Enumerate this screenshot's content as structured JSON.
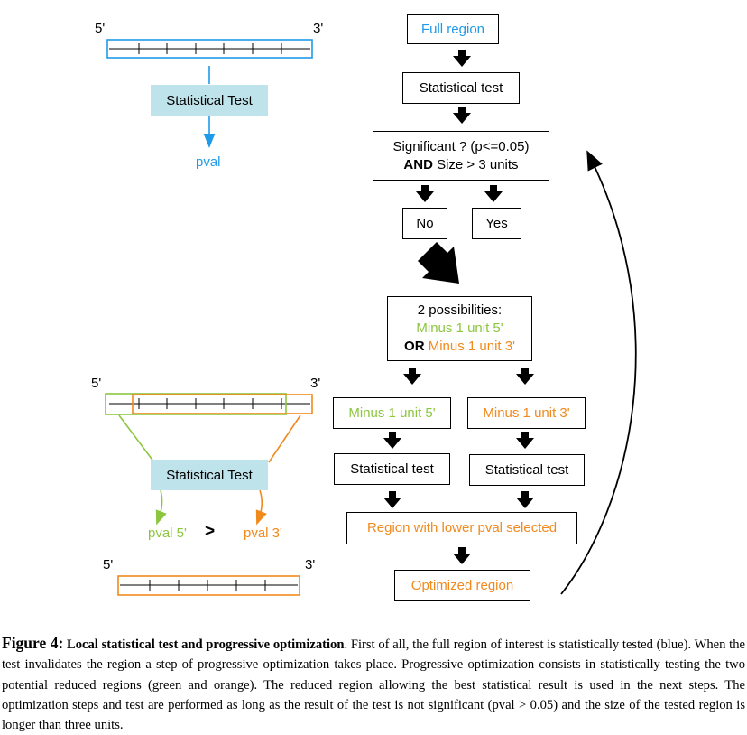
{
  "colors": {
    "blue": "#1f9ae8",
    "green": "#8cc63f",
    "orange": "#f08a1d",
    "stat_fill": "#bfe3ea",
    "black": "#000000"
  },
  "left": {
    "top": {
      "label_5": "5'",
      "label_3": "3'",
      "stat_label": "Statistical Test",
      "pval": "pval"
    },
    "middle": {
      "label_5": "5'",
      "label_3": "3'",
      "stat_label": "Statistical Test",
      "pval5": "pval 5'",
      "gt": ">",
      "pval3": "pval 3'"
    },
    "bottom": {
      "label_5": "5'",
      "label_3": "3'"
    }
  },
  "flow": {
    "full_region": "Full region",
    "stat_test": "Statistical test",
    "significant_l1": "Significant ? (p<=0.05)",
    "significant_and": "AND",
    "significant_l2": " Size > 3 units",
    "no": "No",
    "yes": "Yes",
    "poss_l1": "2 possibilities:",
    "poss_l2": "Minus 1 unit 5'",
    "poss_or": "OR",
    "poss_l3": " Minus 1 unit 3'",
    "minus5": "Minus 1 unit 5'",
    "minus3": "Minus 1 unit 3'",
    "stat_left": "Statistical test",
    "stat_right": "Statistical test",
    "lower_pval": "Region with lower pval selected",
    "optimized": "Optimized region"
  },
  "caption": {
    "figure_label": "Figure 4:",
    "title": "Local statistical test and progressive optimization",
    "text": ". First of all, the full region of interest is statistically tested (blue). When the test invalidates the region a step of progressive optimization takes place. Progressive optimization consists in statistically testing the two potential reduced regions (green and orange). The reduced region allowing the best statistical result is used in the next steps. The optimization steps and test are performed as long as the result of the test is not significant (pval > 0.05) and the size of the tested region is longer than three units."
  }
}
